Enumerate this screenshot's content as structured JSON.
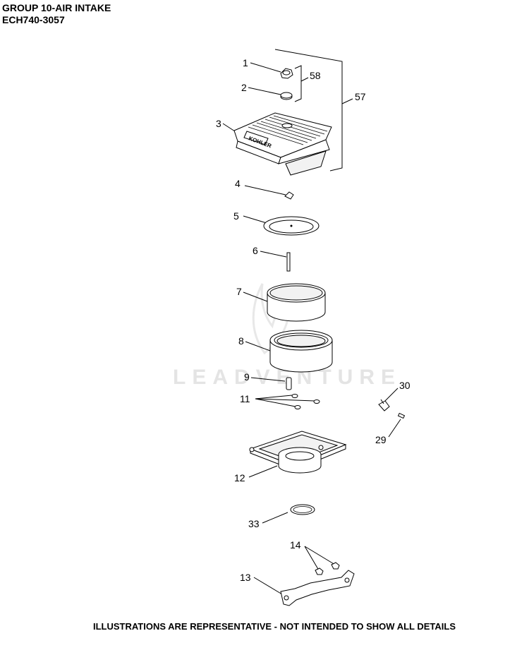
{
  "header": {
    "title": "GROUP 10-AIR INTAKE",
    "model": "ECH740-3057"
  },
  "footer": {
    "note": "ILLUSTRATIONS ARE REPRESENTATIVE - NOT INTENDED TO SHOW ALL DETAILS"
  },
  "watermark": {
    "text": "LEADVENTURE"
  },
  "cover": {
    "brand": "KOHLER"
  },
  "callouts": {
    "c1": "1",
    "c2": "2",
    "c3": "3",
    "c4": "4",
    "c5": "5",
    "c6": "6",
    "c7": "7",
    "c8": "8",
    "c9": "9",
    "c11": "11",
    "c12": "12",
    "c13": "13",
    "c14": "14",
    "c29": "29",
    "c30": "30",
    "c33": "33",
    "c57": "57",
    "c58": "58"
  }
}
